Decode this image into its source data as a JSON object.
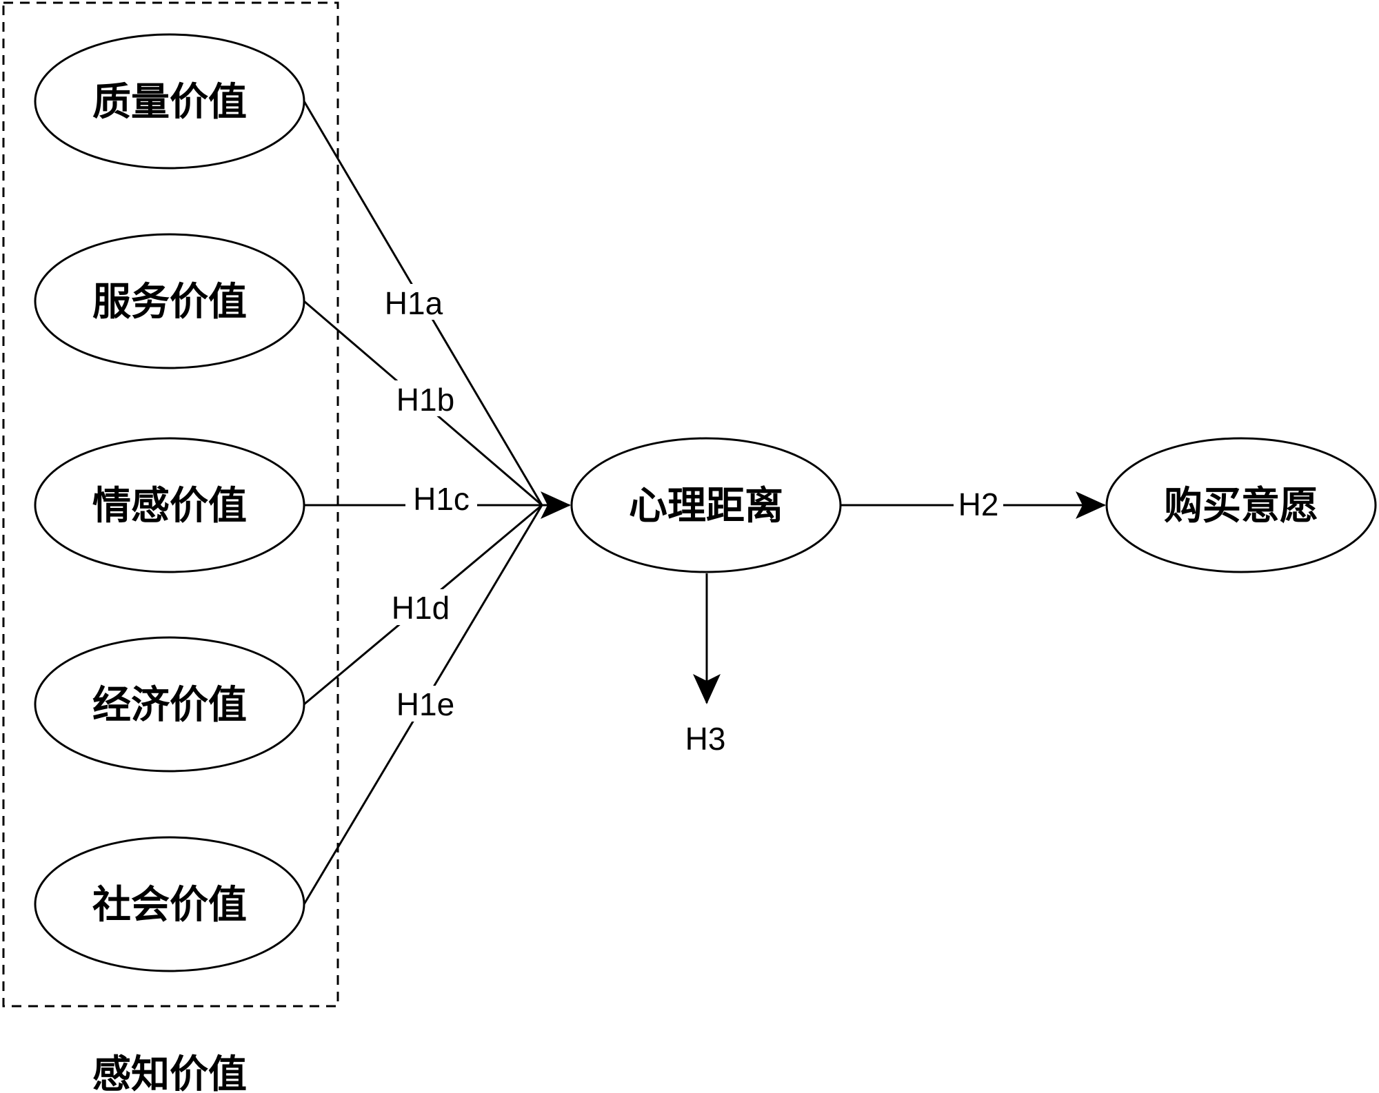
{
  "diagram": {
    "group": {
      "label": "感知价值"
    },
    "nodes": {
      "quality": "质量价值",
      "service": "服务价值",
      "emotion": "情感价值",
      "economic": "经济价值",
      "social": "社会价值",
      "distance": "心理距离",
      "intention": "购买意愿"
    },
    "edges": {
      "h1a": "H1a",
      "h1b": "H1b",
      "h1c": "H1c",
      "h1d": "H1d",
      "h1e": "H1e",
      "h2": "H2",
      "h3": "H3"
    },
    "colors": {
      "stroke": "#000000",
      "background": "#ffffff"
    }
  }
}
